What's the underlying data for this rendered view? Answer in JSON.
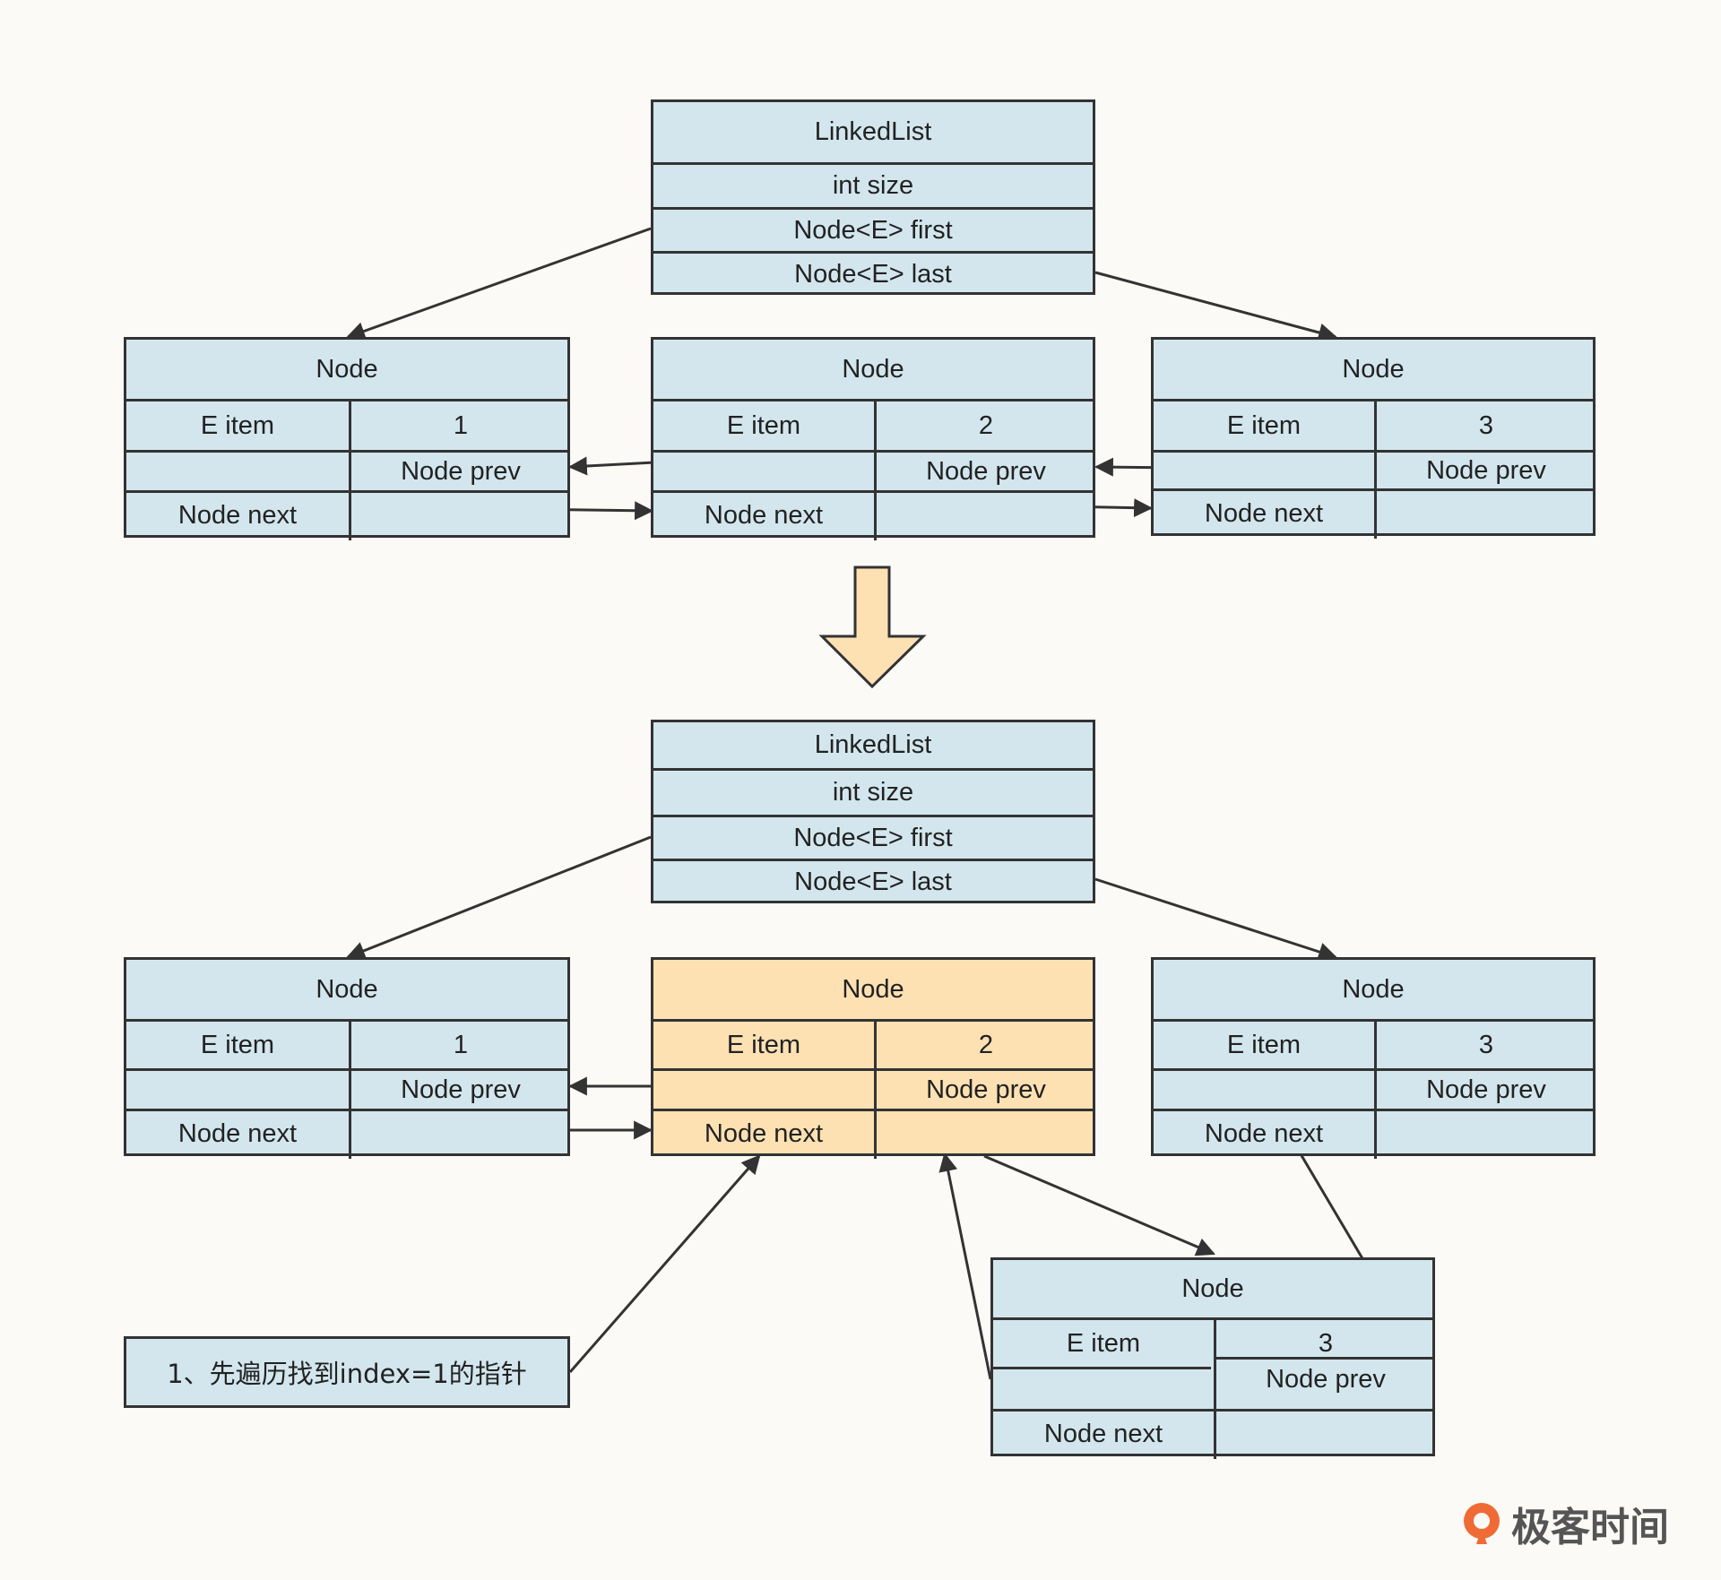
{
  "linkedlist": {
    "title": "LinkedList",
    "fields": [
      "int size",
      "Node<E> first",
      "Node<E> last"
    ]
  },
  "node": {
    "title": "Node",
    "item_label": "E item",
    "prev_label": "Node prev",
    "next_label": "Node next"
  },
  "values": {
    "n1": "1",
    "n2": "2",
    "n3": "3",
    "new": "3"
  },
  "note": "1、先遍历找到index=1的指针",
  "logo": "极客时间",
  "colors": {
    "box_fill": "#d3e6ee",
    "highlight_fill": "#fde1b3",
    "stroke": "#333333"
  }
}
